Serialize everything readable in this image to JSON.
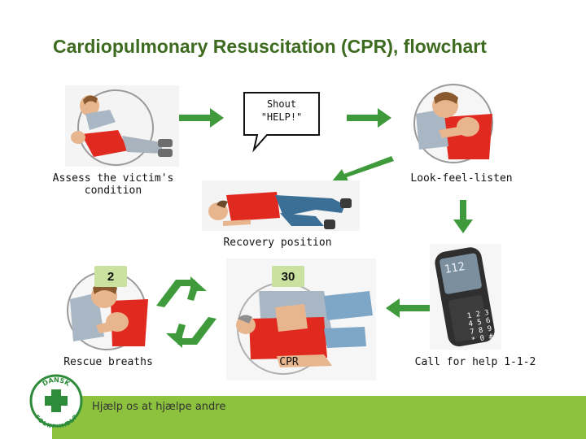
{
  "title": "Cardiopulmonary Resuscitation (CPR), flowchart",
  "bubble": {
    "line1": "Shout",
    "line2": "\"HELP!\""
  },
  "steps": {
    "assess": "Assess the victim's",
    "assess2": "condition",
    "look": "Look-feel-listen",
    "recovery": "Recovery position",
    "breaths": "Rescue breaths",
    "cpr": "CPR",
    "call": "Call for help 1-1-2"
  },
  "badges": {
    "breaths_count": "2",
    "compressions_count": "30"
  },
  "phone": {
    "screen_text": "112",
    "keys": [
      "1",
      "2",
      "3",
      "4",
      "5",
      "6",
      "7",
      "8",
      "9",
      "*",
      "0",
      "#"
    ]
  },
  "logo": {
    "text_top": "DANSK",
    "text_bottom": "FOLKEHJÆLP"
  },
  "footer": {
    "slogan": "Hjælp os at hjælpe andre"
  },
  "colors": {
    "arrow": "#3e9a3a",
    "title": "#3d6b1f",
    "footer": "#8cc23e",
    "shirt": "#e02a1f",
    "trousers": "#3b6f96"
  },
  "icons": [
    "arrow-right-icon",
    "arrow-down-icon",
    "arrow-down-left-icon",
    "arrow-left-icon",
    "cycle-arrows-icon",
    "plus-cross-icon",
    "mobile-phone-icon"
  ]
}
